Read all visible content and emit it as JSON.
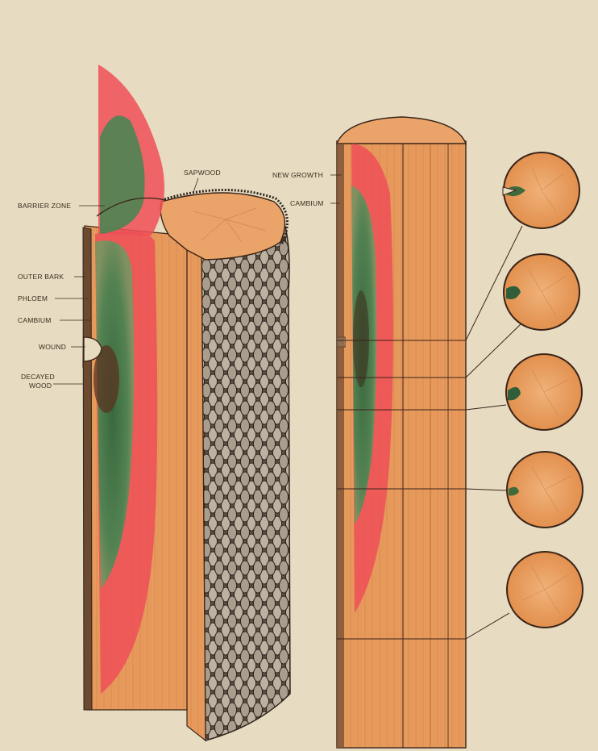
{
  "labels": {
    "sapwood": "SAPWOOD",
    "barrier_zone": "BARRIER ZONE",
    "outer_bark": "OUTER BARK",
    "phloem": "PHLOEM",
    "cambium_left": "CAMBIUM",
    "wound": "WOUND",
    "decayed_wood_line1": "DECAYED",
    "decayed_wood_line2": "WOOD",
    "new_growth": "NEW GROWTH",
    "cambium_right": "CAMBIUM"
  },
  "colors": {
    "background": "#e7dcc2",
    "wood": "#e79a5c",
    "wood_dark": "#c9743a",
    "barrier_zone_red": "#ef4f57",
    "decay_green": "#3e7a4a",
    "bark": "#4a3f36",
    "ink": "#3a2418"
  },
  "cross_sections": [
    {
      "name": "section-1",
      "decay_extent": "notch at rim"
    },
    {
      "name": "section-2",
      "decay_extent": "small wedge"
    },
    {
      "name": "section-3",
      "decay_extent": "small wedge"
    },
    {
      "name": "section-4",
      "decay_extent": "thin sliver"
    },
    {
      "name": "section-5",
      "decay_extent": "none"
    }
  ]
}
